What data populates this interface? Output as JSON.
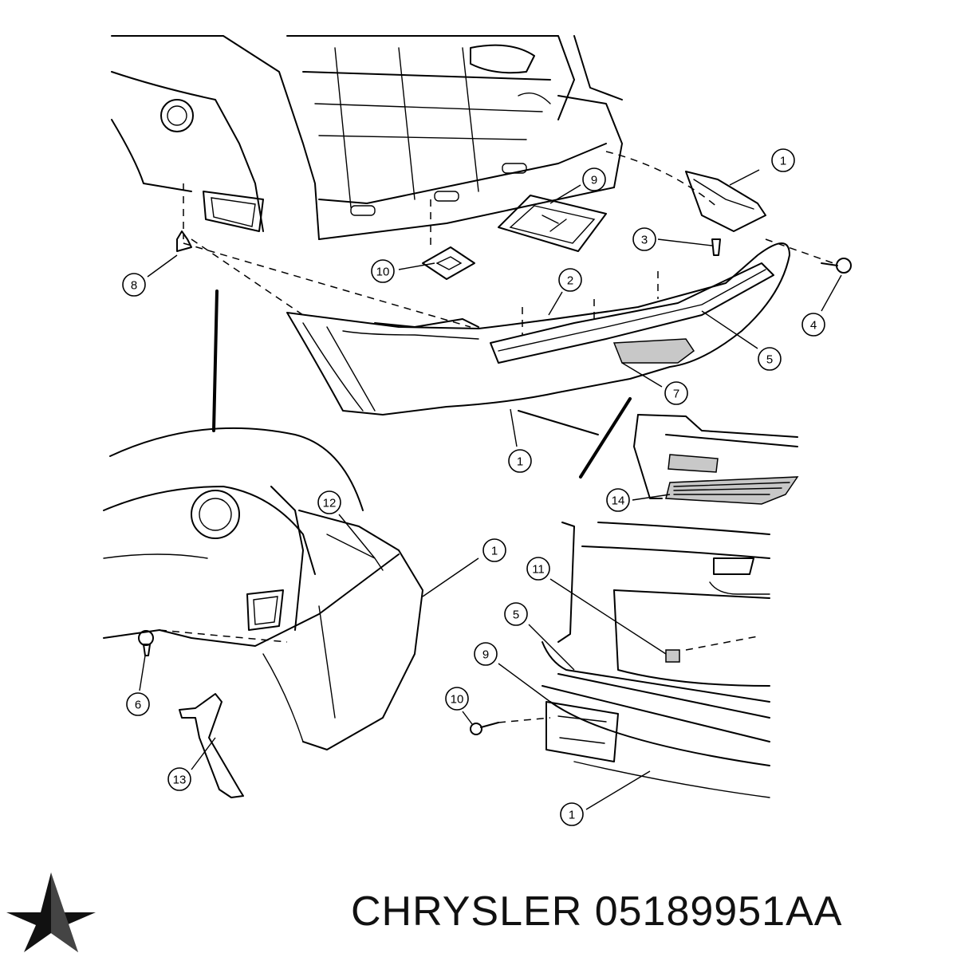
{
  "footer": {
    "brand": "CHRYSLER",
    "part_number": "05189951AA"
  },
  "logo": {
    "icon": "chrysler-pentastar-icon",
    "color": "#111111"
  },
  "callouts": {
    "c1a": "1",
    "c9a": "9",
    "c3": "3",
    "c4": "4",
    "c2": "2",
    "c10a": "10",
    "c8": "8",
    "c5a": "5",
    "c7": "7",
    "c1b": "1",
    "c14": "14",
    "c12": "12",
    "c1c": "1",
    "c6": "6",
    "c13": "13",
    "c11": "11",
    "c5b": "5",
    "c9b": "9",
    "c10b": "10",
    "c1d": "1"
  }
}
